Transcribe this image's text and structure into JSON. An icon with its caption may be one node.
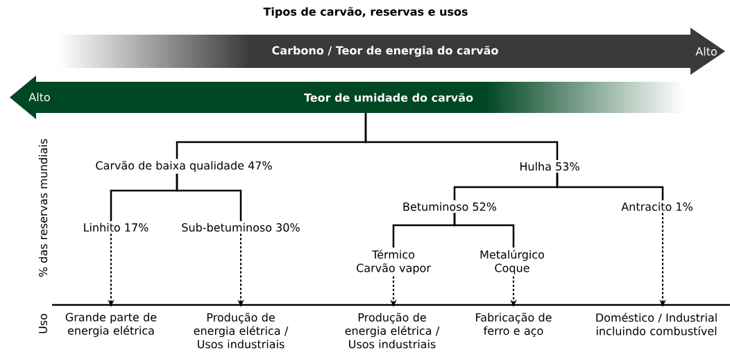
{
  "diagram": {
    "title": "Tipos de carvão, reservas e usos",
    "nodes": [
      {
        "text": [
          "Carbono / Teor de energia do carvão",
          "Alto"
        ]
      },
      {
        "text": [
          "Alto",
          "Teor de umidade do carvão"
        ]
      },
      {
        "text": [
          "Carvão de baixa qualidade 47%"
        ]
      },
      {
        "text": [
          "Hulha 53%"
        ]
      },
      {
        "text": [
          "Betuminoso 52%"
        ]
      },
      {
        "text": [
          "Antracito 1%"
        ]
      },
      {
        "text": [
          "Linhito 17%"
        ]
      },
      {
        "text": [
          "Sub-betuminoso 30%"
        ]
      },
      {
        "text": [
          "Térmico Carvão vapor"
        ]
      },
      {
        "text": [
          "Metalúrgico Coque"
        ]
      },
      {
        "text": [
          "Grande parte de energia elétrica"
        ]
      },
      {
        "text": [
          "Produção de energia elétrica / Usos industriais"
        ]
      },
      {
        "text": [
          "Produção de energia elétrica / Usos industriais"
        ]
      },
      {
        "text": [
          "Fabricação de ferro e aço"
        ]
      },
      {
        "text": [
          "Doméstico / Industrial incluindo combustível"
        ]
      }
    ],
    "edges": [
      {
        "from": 1,
        "to": 2,
        "arrow": "none"
      },
      {
        "from": 1,
        "to": 3,
        "arrow": "none"
      },
      {
        "from": 2,
        "to": 6,
        "arrow": "none"
      },
      {
        "from": 2,
        "to": 7,
        "arrow": "none"
      },
      {
        "from": 3,
        "to": 4,
        "arrow": "none"
      },
      {
        "from": 3,
        "to": 5,
        "arrow": "none"
      },
      {
        "from": 4,
        "to": 8,
        "arrow": "none"
      },
      {
        "from": 4,
        "to": 9,
        "arrow": "none"
      },
      {
        "from": 6,
        "to": 10,
        "arrow": "to",
        "style": "dashed"
      },
      {
        "from": 7,
        "to": 11,
        "arrow": "to",
        "style": "dashed"
      },
      {
        "from": 8,
        "to": 12,
        "arrow": "to",
        "style": "dashed"
      },
      {
        "from": 9,
        "to": 13,
        "arrow": "to",
        "style": "dashed"
      },
      {
        "from": 5,
        "to": 14,
        "arrow": "to",
        "style": "dashed"
      }
    ],
    "labels": [
      "% das reservas mundiais",
      "Uso"
    ]
  }
}
